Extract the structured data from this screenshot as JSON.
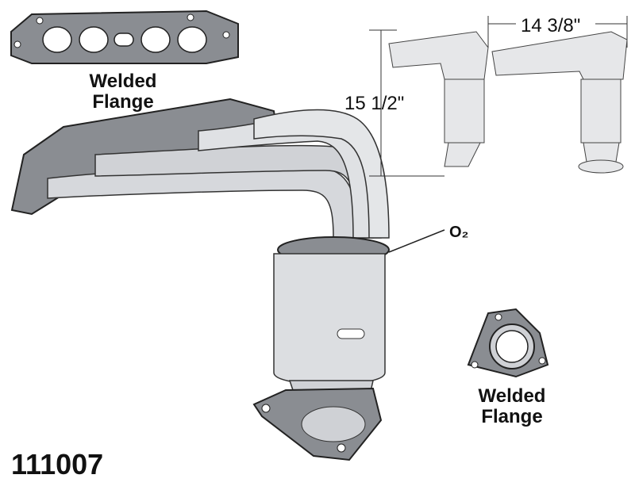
{
  "labels": {
    "top_flange": [
      "Welded",
      "Flange"
    ],
    "bottom_flange": [
      "Welded",
      "Flange"
    ],
    "height_dimension": "15 1/2\"",
    "width_dimension": "14 3/8\"",
    "sensor": "O₂",
    "part_number": "111007"
  },
  "colors": {
    "metal": "#d4d6da",
    "gasket": "#8a8d92",
    "outline": "#333333"
  }
}
